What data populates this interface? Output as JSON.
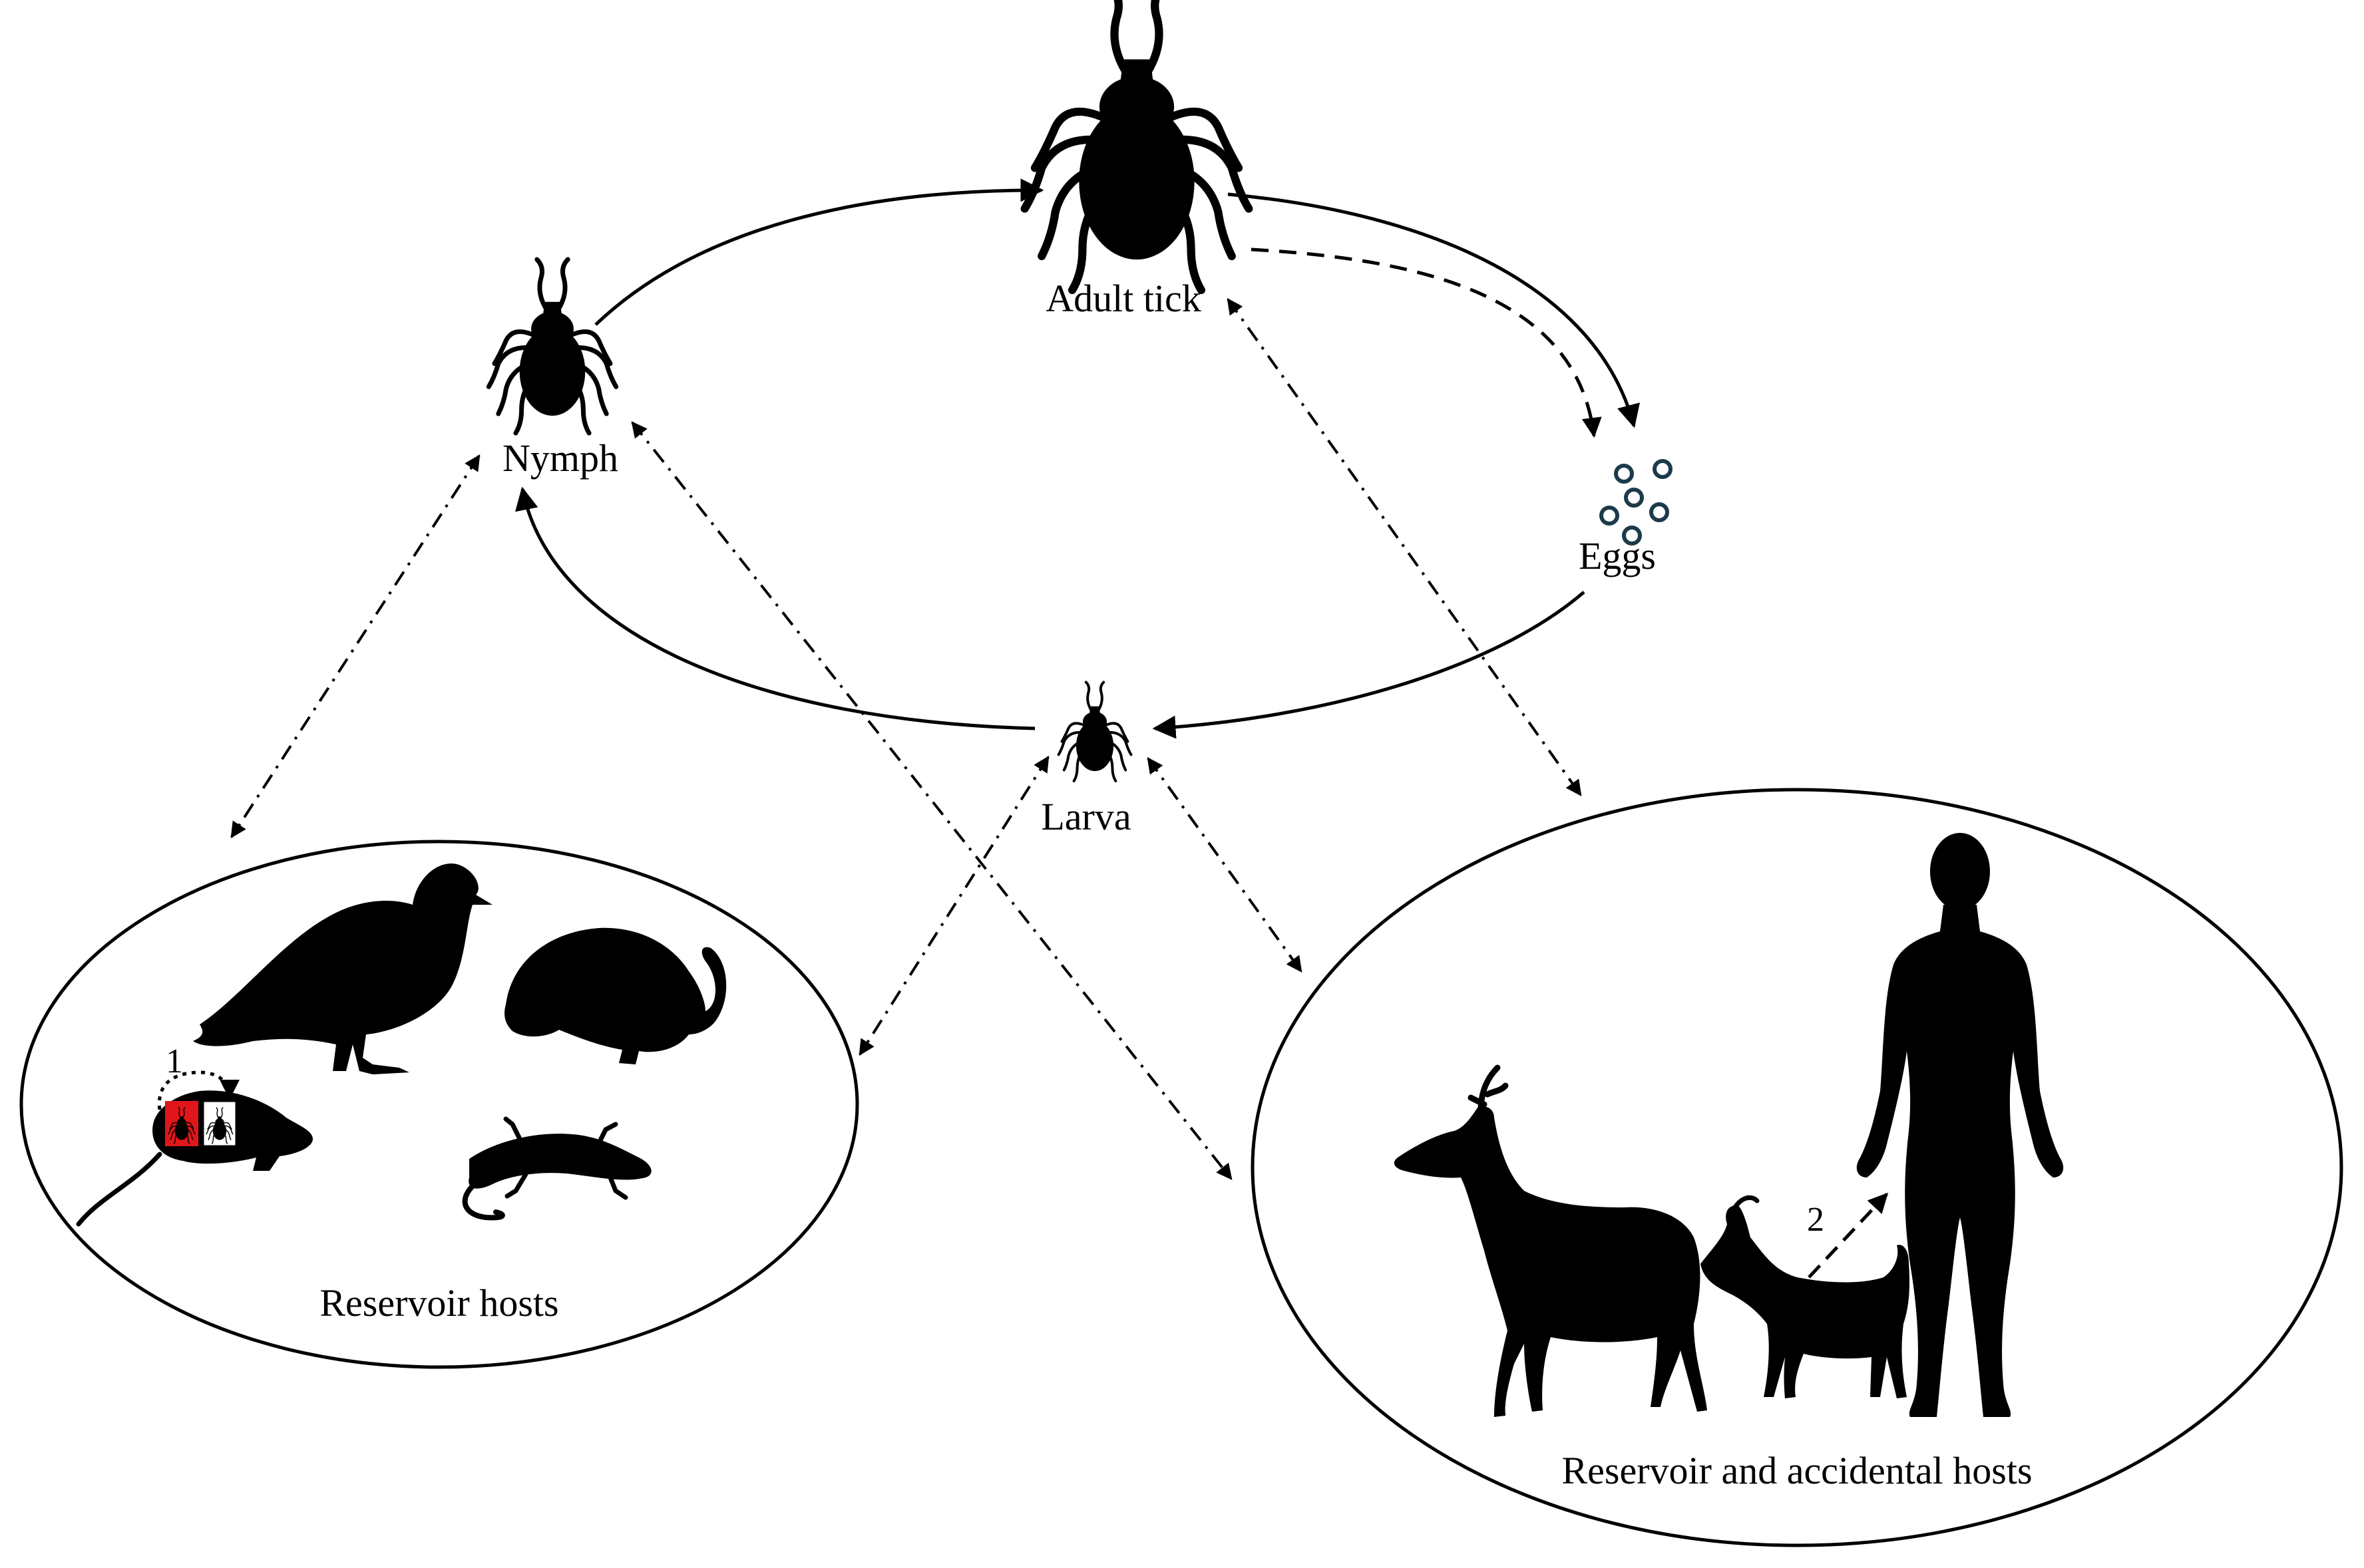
{
  "stages": {
    "adult": "Adult tick",
    "nymph": "Nymph",
    "eggs": "Eggs",
    "larva": "Larva"
  },
  "host_groups": {
    "reservoir": "Reservoir hosts",
    "accidental": "Reservoir and accidental hosts"
  },
  "markers": {
    "one": "1",
    "two": "2"
  },
  "icons": {
    "adult": "tick-icon",
    "nymph": "tick-icon",
    "larva": "tick-icon",
    "eggs": "eggs-icon",
    "pigeon": "pigeon-icon",
    "hedgehog": "hedgehog-icon",
    "mouse": "mouse-icon",
    "lizard": "lizard-icon",
    "deer": "deer-icon",
    "goat": "goat-icon",
    "human": "human-icon"
  },
  "colors": {
    "line": "#000000",
    "egg_outline": "#1c3a4a",
    "mouse_highlight": "#e0161b"
  }
}
